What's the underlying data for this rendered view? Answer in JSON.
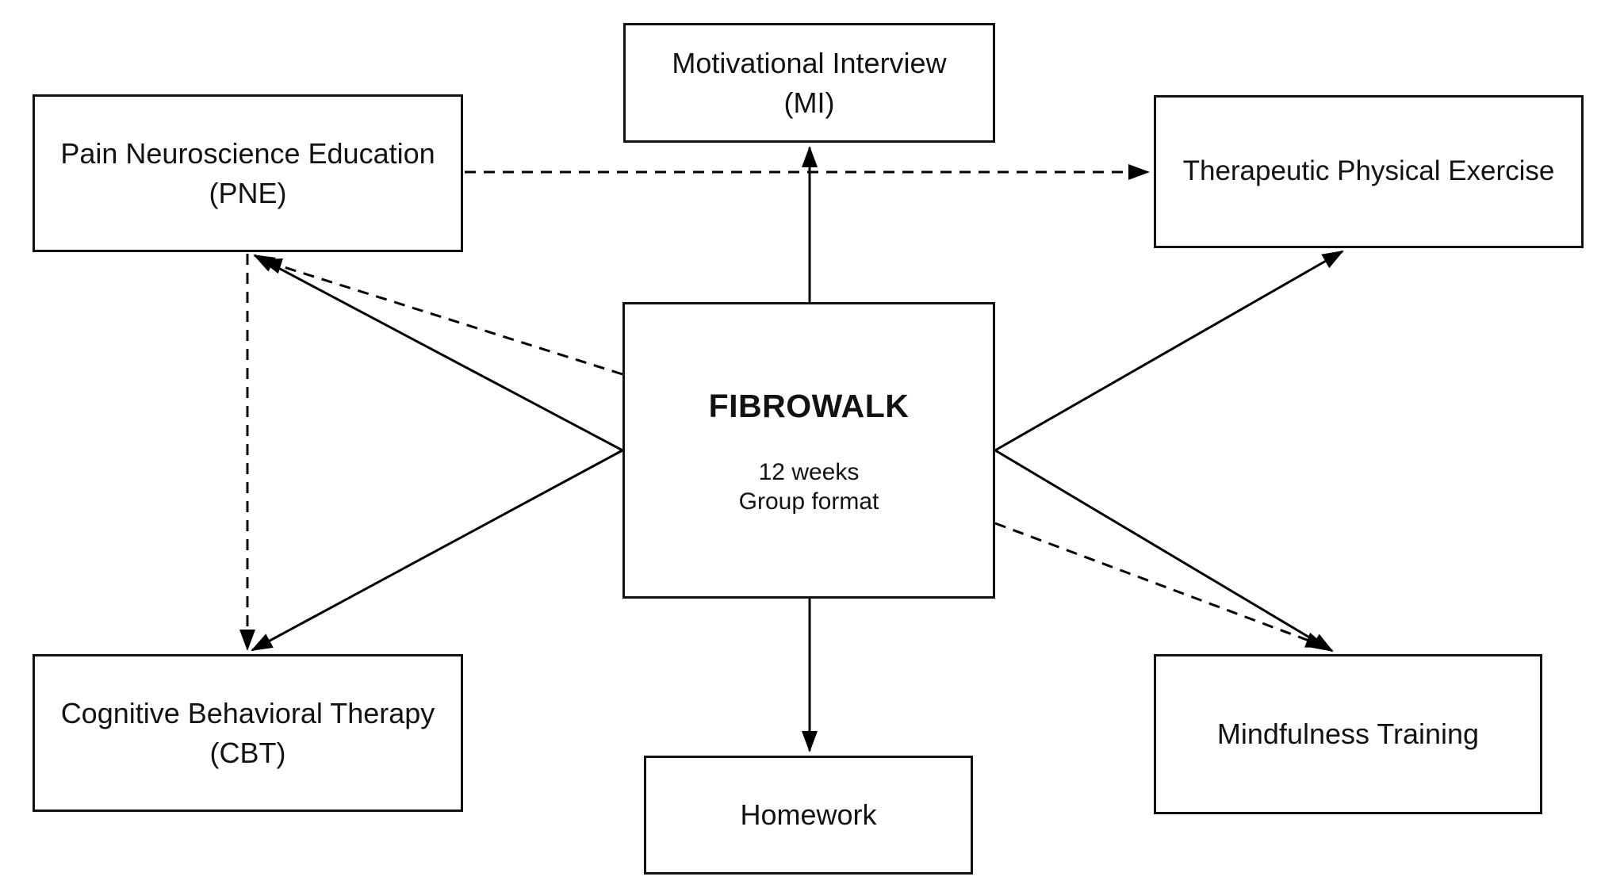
{
  "figure": {
    "background": "#ffffff",
    "line_color": "#000000",
    "box_border_color": "#121212",
    "text_color": "#121212"
  },
  "nodes": {
    "pne": {
      "line1": "Pain Neuroscience Education",
      "line2": "(PNE)"
    },
    "mi": {
      "line1": "Motivational Interview",
      "line2": "(MI)"
    },
    "tpe": {
      "line1": "Therapeutic Physical Exercise"
    },
    "fibrowalk": {
      "title": "FIBROWALK",
      "detail1": "12 weeks",
      "detail2": "Group format"
    },
    "cbt": {
      "line1": "Cognitive Behavioral Therapy",
      "line2": "(CBT)"
    },
    "homework": {
      "line1": "Homework"
    },
    "mindfulness": {
      "line1": "Mindfulness Training"
    }
  },
  "edges": [
    {
      "from": "fibrowalk",
      "to": "mi",
      "style": "solid"
    },
    {
      "from": "fibrowalk",
      "to": "homework",
      "style": "solid"
    },
    {
      "from": "fibrowalk",
      "to": "pne",
      "style": "solid"
    },
    {
      "from": "fibrowalk",
      "to": "cbt",
      "style": "solid"
    },
    {
      "from": "fibrowalk",
      "to": "tpe",
      "style": "solid"
    },
    {
      "from": "fibrowalk",
      "to": "mindfulness",
      "style": "solid"
    },
    {
      "from": "pne",
      "to": "tpe",
      "style": "dashed"
    },
    {
      "from": "pne",
      "to": "cbt",
      "style": "dashed"
    },
    {
      "from": "fibrowalk",
      "to": "pne",
      "style": "dashed"
    },
    {
      "from": "fibrowalk",
      "to": "mindfulness",
      "style": "dashed"
    }
  ]
}
